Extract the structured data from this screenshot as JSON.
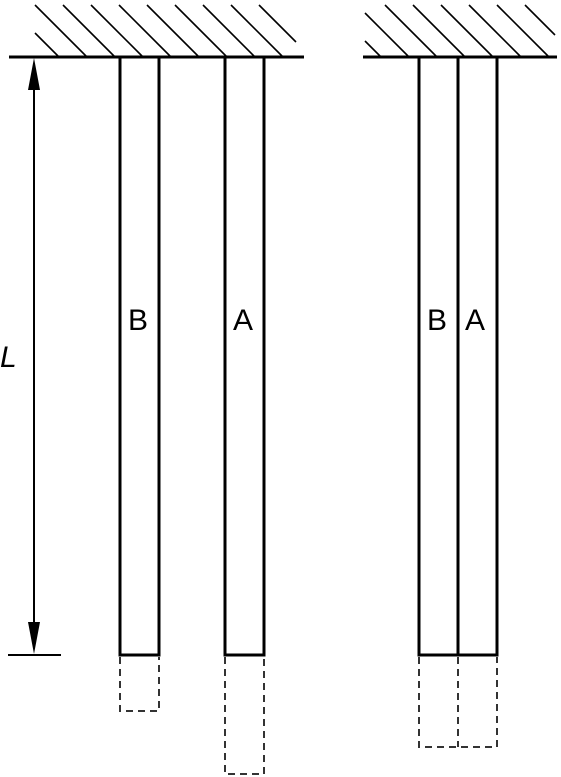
{
  "labels": {
    "length": "L",
    "rod_b_left": "B",
    "rod_a_left": "A",
    "rod_b_right": "B",
    "rod_a_right": "A"
  },
  "colors": {
    "stroke": "#000000",
    "dashed": "#333333",
    "background": "#ffffff"
  }
}
